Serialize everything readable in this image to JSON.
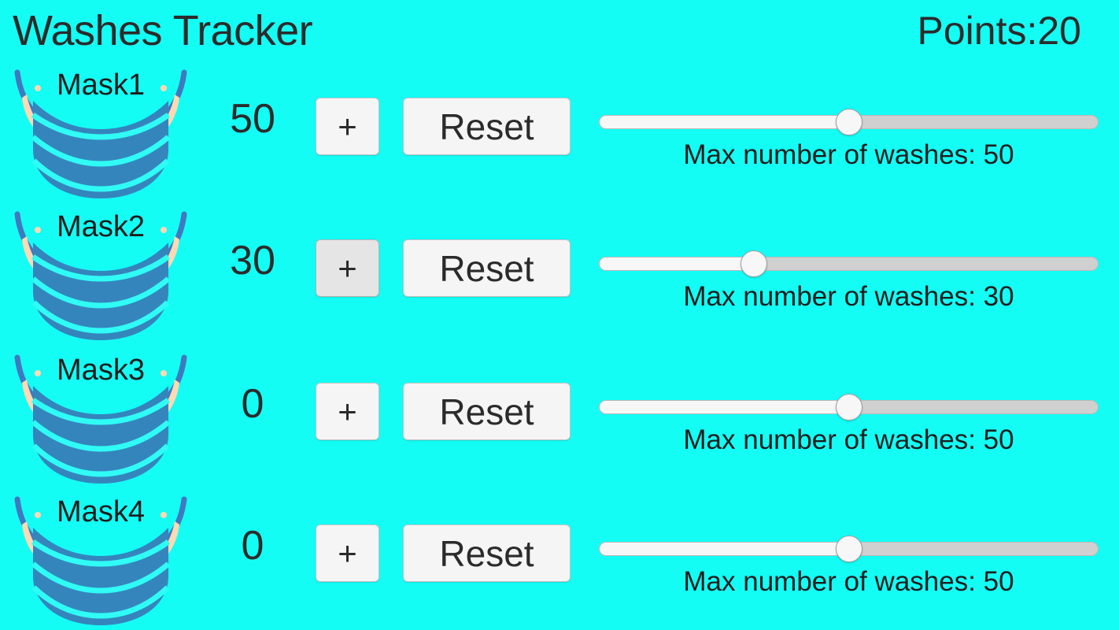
{
  "header": {
    "title": "Washes Tracker",
    "points_label": "Points:20",
    "points_value": 20
  },
  "colors": {
    "background": "#14fdf5",
    "mask_body": "#3585bd",
    "mask_pleat_line": "#2ffcf5",
    "mask_ear": "#ffd9b3",
    "button_face": "#f5f5f5",
    "button_face_pressed": "#e5e5e5",
    "slider_track": "#d0d0d0",
    "slider_fill": "#f7f7f7",
    "text": "#2b2b2b"
  },
  "rows": [
    {
      "mask_name": "Mask1",
      "count": "50",
      "plus_label": "+",
      "plus_state": "normal",
      "reset_label": "Reset",
      "slider_caption": "Max number of washes: 50",
      "slider_value": 50,
      "slider_min": 0,
      "slider_max": 100,
      "slider_percent": 50
    },
    {
      "mask_name": "Mask2",
      "count": "30",
      "plus_label": "+",
      "plus_state": "pressed",
      "reset_label": "Reset",
      "slider_caption": "Max number of washes: 30",
      "slider_value": 30,
      "slider_min": 0,
      "slider_max": 100,
      "slider_percent": 31
    },
    {
      "mask_name": "Mask3",
      "count": "0",
      "plus_label": "+",
      "plus_state": "normal",
      "reset_label": "Reset",
      "slider_caption": "Max number of washes: 50",
      "slider_value": 50,
      "slider_min": 0,
      "slider_max": 100,
      "slider_percent": 50
    },
    {
      "mask_name": "Mask4",
      "count": "0",
      "plus_label": "+",
      "plus_state": "normal",
      "reset_label": "Reset",
      "slider_caption": "Max number of washes: 50",
      "slider_value": 50,
      "slider_min": 0,
      "slider_max": 100,
      "slider_percent": 50
    }
  ],
  "icons": {
    "mask": "face-mask-icon"
  }
}
